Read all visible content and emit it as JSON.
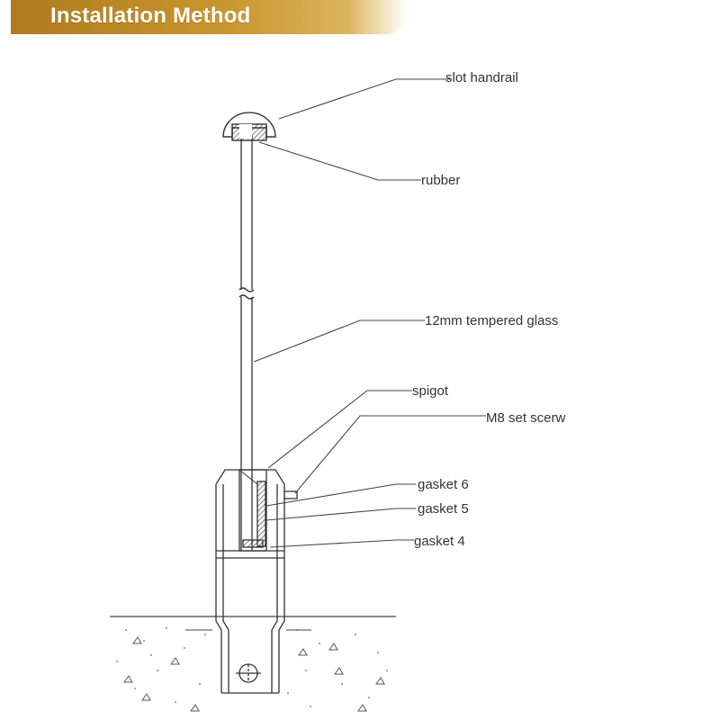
{
  "header": {
    "title": "Installation Method"
  },
  "labels": {
    "slot_handrail": "slot handrail",
    "rubber": "rubber",
    "glass": "12mm tempered glass",
    "spigot": "spigot",
    "set_screw": "M8 set scerw",
    "gasket6": "gasket  6",
    "gasket5": "gasket  5",
    "gasket4": "gasket  4"
  },
  "colors": {
    "header_gold": "#c9962f",
    "line": "#444444"
  }
}
